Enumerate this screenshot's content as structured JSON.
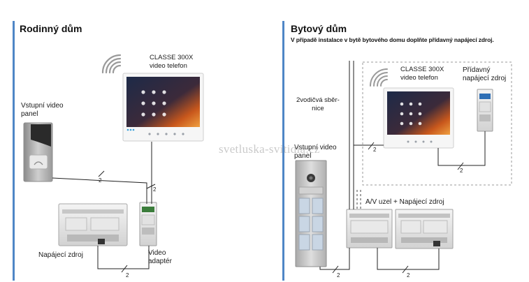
{
  "left": {
    "title": "Rodinný dům",
    "labels": {
      "device": "CLASSE 300X\nvideo telefon",
      "panel": "Vstupní video\npanel",
      "power": "Napájecí zdroj",
      "adapter": "Video\nadaptér"
    },
    "wire_count": "2"
  },
  "right": {
    "title": "Bytový dům",
    "subtitle": "V případě instalace v bytě bytového domu doplňte přídavný napájecí zdroj.",
    "labels": {
      "device": "CLASSE 300X\nvideo telefon",
      "extra_power": "Přídavný\nnapájecí zdroj",
      "bus": "2vodičvá sběr-\nnice",
      "panel": "Vstupní video\npanel",
      "node": "A/V uzel + Napájecí zdroj"
    },
    "wire_count": "2"
  },
  "watermark": "svetluska-svitidla.cz",
  "colors": {
    "accent_bar": "#4f86c6"
  }
}
